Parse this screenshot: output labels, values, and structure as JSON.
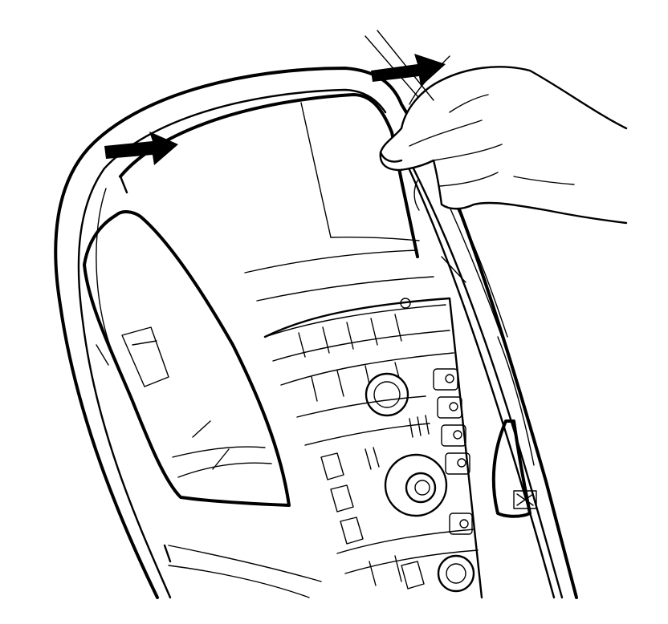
{
  "figure": {
    "subject": "dashboard-center-trim-bezel-removal",
    "colors": {
      "ink": "#000000",
      "paper": "#ffffff"
    },
    "arrows": [
      {
        "id": "arrow-left",
        "direction": "right"
      },
      {
        "id": "arrow-right",
        "direction": "right"
      }
    ]
  }
}
